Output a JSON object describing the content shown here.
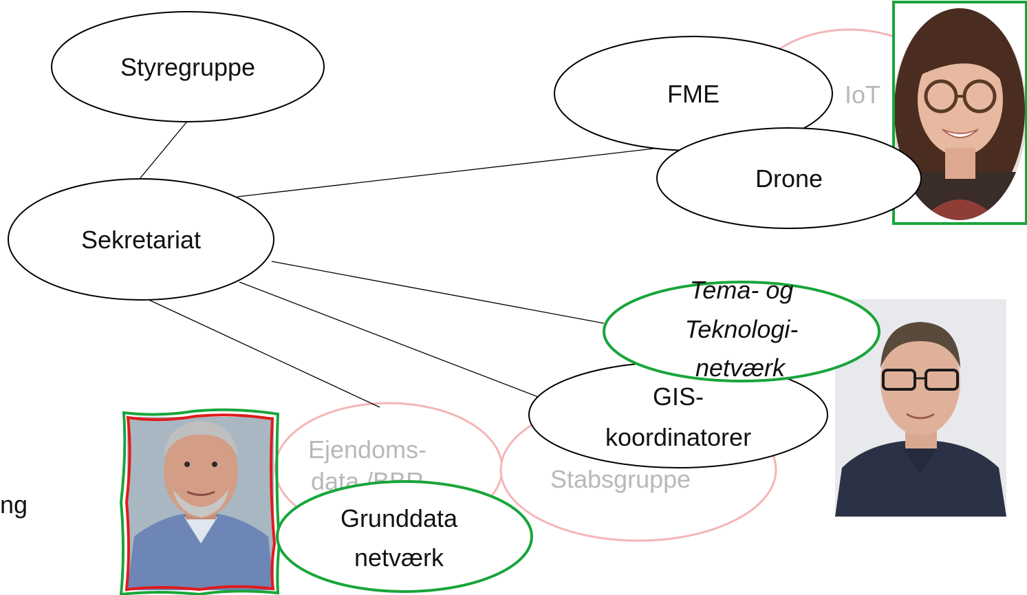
{
  "nodes": {
    "styregruppe": "Styregruppe",
    "sekretariat": "Sekretariat",
    "fme": "FME",
    "iot": "IoT",
    "drone": "Drone",
    "tema_line1": "Tema- og",
    "tema_line2": "Teknologi-",
    "tema_line3": "netværk",
    "gis_line1": "GIS-",
    "gis_line2": "koordinatorer",
    "ejendom_line1": "Ejendoms-",
    "ejendom_line2": "data /BBR",
    "stabsgruppe": "Stabsgruppe",
    "grunddata_line1": "Grunddata",
    "grunddata_line2": "netværk"
  },
  "side_text": "ng",
  "photos": {
    "woman": "woman-portrait",
    "man_right": "man-portrait-glasses",
    "man_left": "man-portrait-beard"
  },
  "colors": {
    "green": "#18a53a",
    "red": "#e01b1b",
    "faded_pink": "#f4b6b6",
    "faded_text": "#b8b8b8"
  }
}
